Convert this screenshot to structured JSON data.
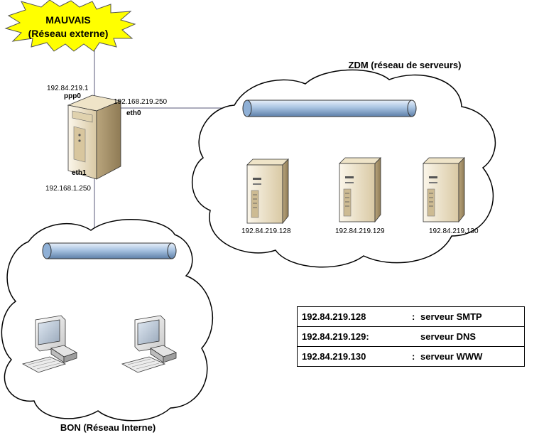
{
  "external": {
    "name": "MAUVAIS",
    "subtitle": "(Réseau externe)"
  },
  "dmz": {
    "title": "ZDM (réseau de serveurs)"
  },
  "internal": {
    "title": "BON (Réseau Interne)"
  },
  "router": {
    "ppp0_ip": "192.84.219.1",
    "ppp0_label": "ppp0",
    "eth0_ip": "192.168.219.250",
    "eth0_label": "eth0",
    "eth1_label": "eth1",
    "eth1_ip": "192.168.1.250"
  },
  "servers": [
    {
      "ip": "192.84.219.128"
    },
    {
      "ip": "192.84.219.129"
    },
    {
      "ip": "192.84.219.130"
    }
  ],
  "legend": [
    {
      "ip": "192.84.219.128",
      "colon": ":",
      "role": "serveur SMTP"
    },
    {
      "ip": "192.84.219.129:",
      "colon": "",
      "role": "serveur DNS"
    },
    {
      "ip": "192.84.219.130",
      "colon": ":",
      "role": "serveur WWW"
    }
  ],
  "colors": {
    "burst": "#ffff00",
    "pipe": "#a9c4e2",
    "line": "#5a5a7a",
    "server_body": "#e9dcc0"
  }
}
